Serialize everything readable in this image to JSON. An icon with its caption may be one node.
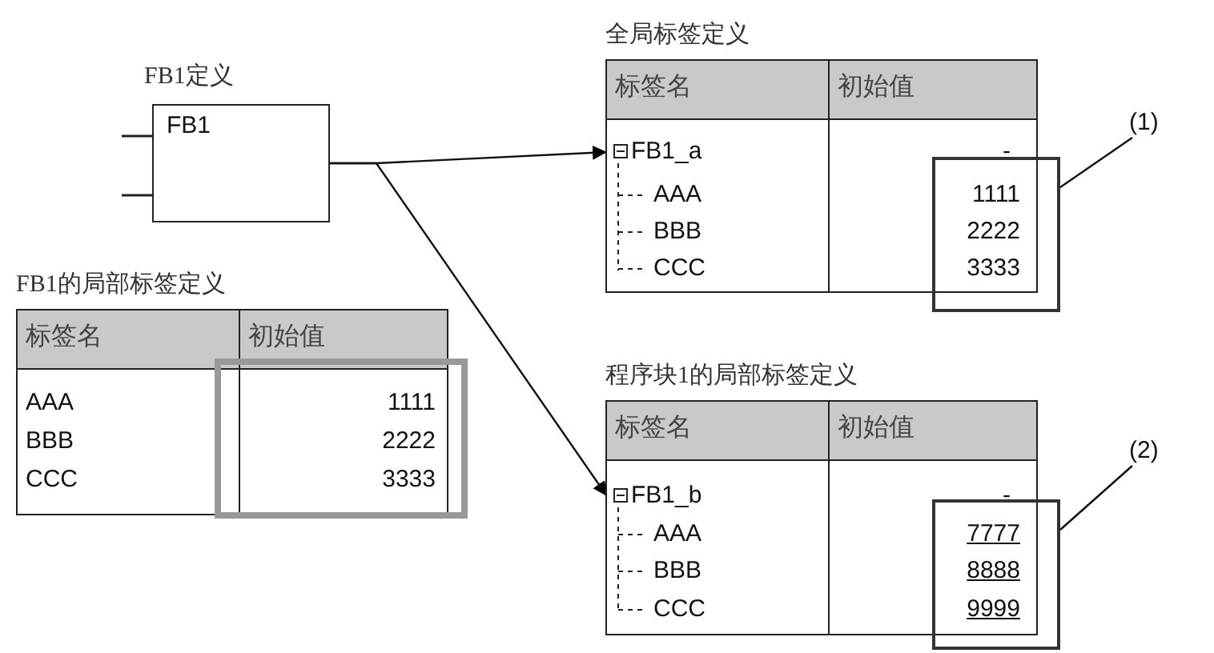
{
  "diagram": {
    "nodes": [
      {
        "text": [
          "FB1定义",
          "FB1"
        ]
      },
      {
        "text": [
          "FB1的局部标签定义"
        ]
      },
      {
        "text": [
          "全局标签定义"
        ]
      },
      {
        "text": [
          "FB1_a"
        ],
        "in": 2
      },
      {
        "text": [],
        "shape": "box"
      },
      {
        "text": [
          "(1)"
        ]
      },
      {
        "text": [
          "程序块1的局部标签定义"
        ]
      },
      {
        "text": [
          "FB1_b"
        ],
        "in": 6
      },
      {
        "text": [],
        "shape": "box"
      },
      {
        "text": [
          "(2)"
        ]
      }
    ],
    "edges": [
      {
        "from": 0,
        "to": 3,
        "arrow": "to"
      },
      {
        "from": 0,
        "to": 7,
        "arrow": "to"
      },
      {
        "from": 5,
        "to": 4,
        "arrow": "none"
      },
      {
        "from": 9,
        "to": 8,
        "arrow": "none"
      }
    ],
    "labels": [
      "标签名",
      "初始值",
      "AAA",
      "1111",
      "BBB",
      "2222",
      "CCC",
      "3333",
      "标签名",
      "初始值",
      "-",
      "AAA",
      "1111",
      "BBB",
      "2222",
      "CCC",
      "3333",
      "标签名",
      "初始值",
      "-",
      "AAA",
      "7777",
      "BBB",
      "8888",
      "CCC",
      "9999"
    ]
  }
}
